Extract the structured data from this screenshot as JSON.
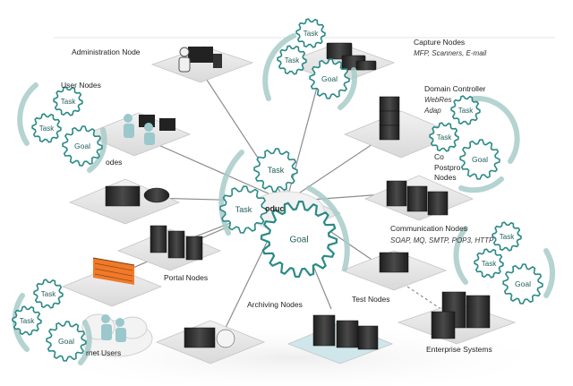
{
  "nodes": {
    "administration": "Administration Node",
    "capture": "Capture Nodes",
    "capture_sub": "MFP, Scanners, E-mail",
    "user": "User Nodes",
    "domain_controller": "Domain Controller",
    "domain_sub1": "WebRes",
    "domain_sub2": "Adap",
    "config": "Co",
    "postpro": "Postpro",
    "postpro_nodes": "Nodes",
    "left_nodes": "odes",
    "center_partial": "oduc",
    "communication": "Communication Nodes",
    "communication_sub": "SOAP, MQ, SMTP, POP3, HTTP",
    "portal": "Portal Nodes",
    "archiving": "Archiving Nodes",
    "test": "Test Nodes",
    "enterprise": "Enterprise Systems",
    "internet_users": "rnet Users"
  },
  "gears": {
    "task": "Task",
    "goal": "Goal"
  },
  "colors": {
    "gear_stroke": "#2a8a86",
    "gear_fill": "#ffffff",
    "arrow": "#a8ccc9",
    "platform": "#e6e6e6",
    "server": "#2f2f2f"
  }
}
